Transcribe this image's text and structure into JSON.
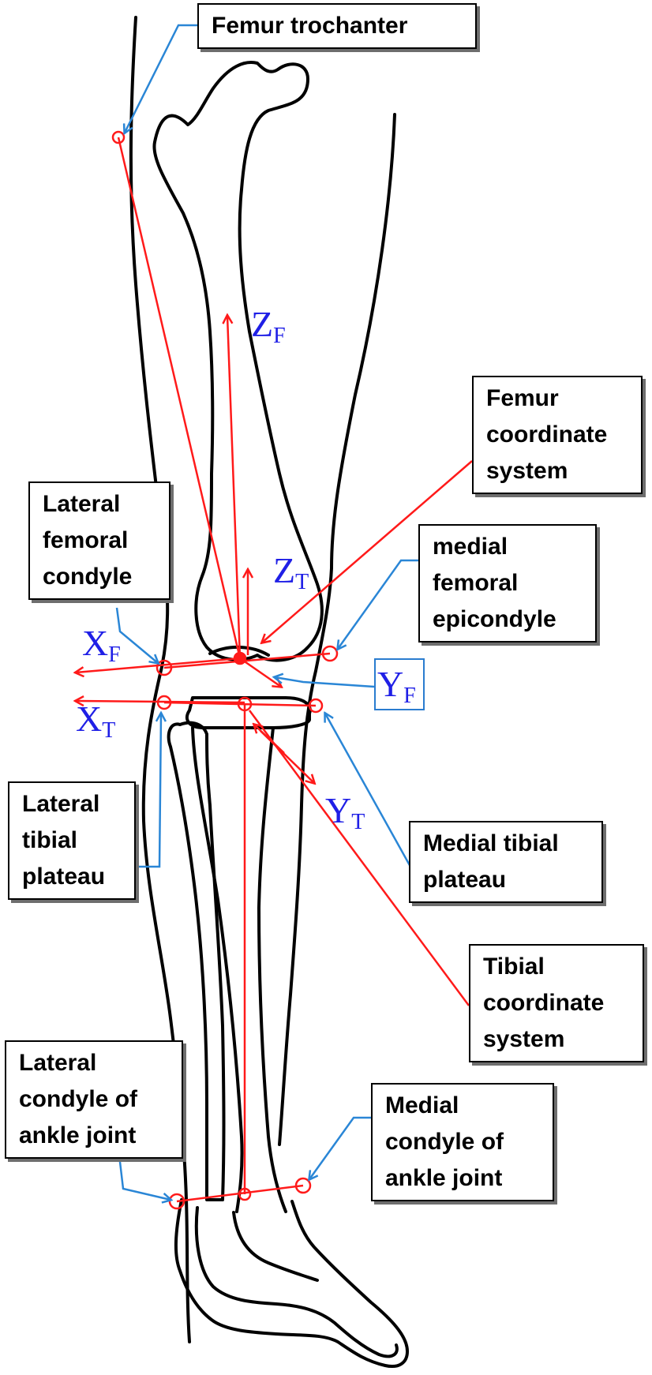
{
  "colors": {
    "outline": "#000000",
    "coordinate_lines": "#ff1a1a",
    "leader_lines": "#2a86d6",
    "axis_labels": "#1f1fe6"
  },
  "labels": {
    "femur_trochanter": [
      "Femur trochanter"
    ],
    "femur_coordinate_system": [
      "Femur",
      "coordinate",
      "system"
    ],
    "lateral_femoral_condyle": [
      "Lateral",
      "femoral",
      "condyle"
    ],
    "medial_femoral_epicondyle": [
      "medial",
      "femoral",
      "epicondyle"
    ],
    "lateral_tibial_plateau": [
      "Lateral",
      "tibial",
      "plateau"
    ],
    "medial_tibial_plateau": [
      "Medial tibial",
      "plateau"
    ],
    "tibial_coordinate_system": [
      "Tibial",
      "coordinate",
      "system"
    ],
    "lateral_condyle_ankle": [
      "Lateral",
      "condyle of",
      "ankle joint"
    ],
    "medial_condyle_ankle": [
      "Medial",
      "condyle of",
      "ankle joint"
    ]
  },
  "axes": {
    "zf": {
      "main": "Z",
      "sub": "F"
    },
    "zt": {
      "main": "Z",
      "sub": "T"
    },
    "xf": {
      "main": "X",
      "sub": "F"
    },
    "xt": {
      "main": "X",
      "sub": "T"
    },
    "yf": {
      "main": "Y",
      "sub": "F"
    },
    "yt": {
      "main": "Y",
      "sub": "T"
    }
  }
}
